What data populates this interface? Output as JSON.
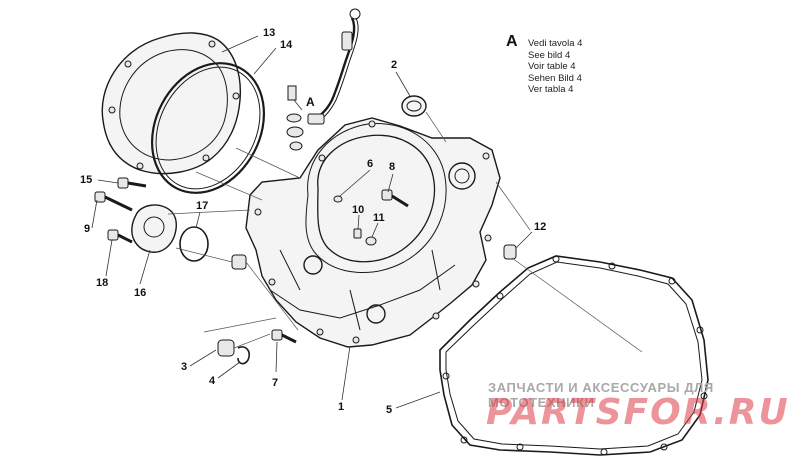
{
  "legend": {
    "letter": "A",
    "lines": [
      "Vedi tavola 4",
      "See bild 4",
      "Voir table 4",
      "Sehen Bild 4",
      "Ver tabla 4"
    ]
  },
  "marker": "A",
  "callouts": [
    {
      "id": "1",
      "label": "1"
    },
    {
      "id": "2",
      "label": "2"
    },
    {
      "id": "3",
      "label": "3"
    },
    {
      "id": "4",
      "label": "4"
    },
    {
      "id": "5",
      "label": "5"
    },
    {
      "id": "6",
      "label": "6"
    },
    {
      "id": "7",
      "label": "7"
    },
    {
      "id": "8",
      "label": "8"
    },
    {
      "id": "9",
      "label": "9"
    },
    {
      "id": "10",
      "label": "10"
    },
    {
      "id": "11",
      "label": "11"
    },
    {
      "id": "12",
      "label": "12"
    },
    {
      "id": "13",
      "label": "13"
    },
    {
      "id": "14",
      "label": "14"
    },
    {
      "id": "15",
      "label": "15"
    },
    {
      "id": "16",
      "label": "16"
    },
    {
      "id": "17",
      "label": "17"
    },
    {
      "id": "18",
      "label": "18"
    }
  ],
  "watermark": {
    "caption": "ЗАПЧАСТИ И АКСЕССУАРЫ ДЛЯ МОТОТЕХНИКИ",
    "logo": "PARTSFOR.RU"
  }
}
